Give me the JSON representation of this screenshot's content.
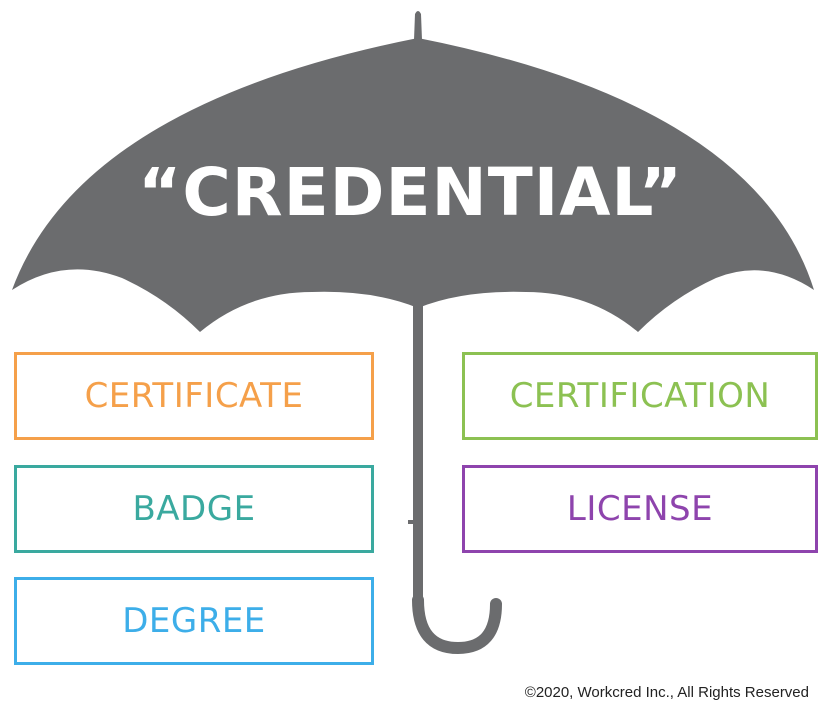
{
  "umbrella": {
    "title": "“CREDENTIAL”",
    "canopy_color": "#6b6c6e"
  },
  "credential_types": [
    {
      "label": "CERTIFICATE",
      "color": "#f5a04a"
    },
    {
      "label": "CERTIFICATION",
      "color": "#8cc152"
    },
    {
      "label": "BADGE",
      "color": "#3aa99f"
    },
    {
      "label": "LICENSE",
      "color": "#8e44ad"
    },
    {
      "label": "DEGREE",
      "color": "#3daee9"
    }
  ],
  "footer": {
    "copyright": "©2020, Workcred Inc., All Rights Reserved"
  }
}
